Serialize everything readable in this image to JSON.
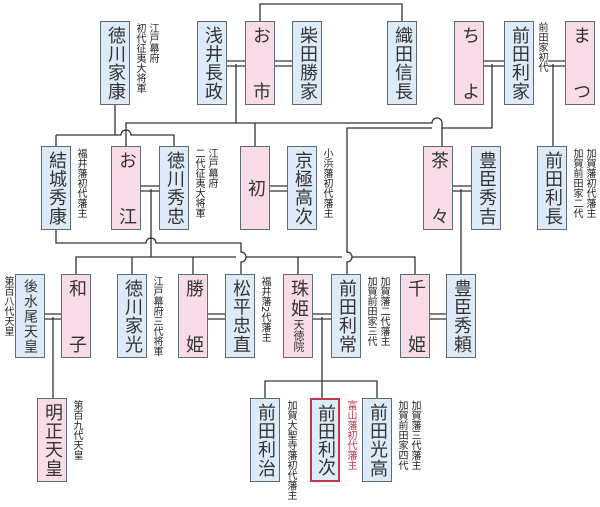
{
  "colors": {
    "male": "#dcebf7",
    "female": "#f8dde8",
    "line": "#333333",
    "highlight": "#c0394a"
  },
  "people": {
    "ieyasu": {
      "name": "徳川家康",
      "note": "江戸幕府\n初代征夷大将軍"
    },
    "nagamasa": {
      "name": "浅井長政"
    },
    "oichi": {
      "name": "お市"
    },
    "katsuie": {
      "name": "柴田勝家"
    },
    "nobunaga": {
      "name": "織田信長"
    },
    "chiyo": {
      "name": "ちよ"
    },
    "toshiie": {
      "name": "前田利家",
      "note": "前田家初代"
    },
    "matsu": {
      "name": "まつ"
    },
    "hideyasu": {
      "name": "結城秀康",
      "note": "福井藩初代藩主"
    },
    "go": {
      "name": "お江"
    },
    "hidetada": {
      "name": "徳川秀忠",
      "note": "江戸幕府\n二代征夷大将軍"
    },
    "hatsu": {
      "name": "初"
    },
    "takatsugu": {
      "name": "京極高次",
      "note": "小浜藩初代藩主"
    },
    "chacha": {
      "name": "茶々"
    },
    "hideyoshi": {
      "name": "豊臣秀吉"
    },
    "toshinaga": {
      "name": "前田利長",
      "note": "加賀藩初代藩主\n加賀前田家二代"
    },
    "gomizunoo": {
      "name": "後水尾天皇",
      "note": "第百八代天皇"
    },
    "masako": {
      "name": "和子"
    },
    "iemitsu": {
      "name": "徳川家光",
      "note": "江戸幕府三代将軍"
    },
    "katsuhime": {
      "name": "勝姫"
    },
    "tadanao": {
      "name": "松平忠直",
      "note": "福井藩2代藩主"
    },
    "tamahime": {
      "name": "珠姫",
      "sub": "天徳院"
    },
    "toshitsune": {
      "name": "前田利常",
      "note": "加賀藩二代藩主\n加賀前田家三代"
    },
    "senhime": {
      "name": "千姫"
    },
    "hideyori": {
      "name": "豊臣秀頼"
    },
    "meisho": {
      "name": "明正天皇",
      "note": "第百九代天皇"
    },
    "toshiharu": {
      "name": "前田利治",
      "note": "加賀大聖寺藩初代藩主"
    },
    "toshitsugu": {
      "name": "前田利次",
      "note": "富山藩初代藩主"
    },
    "mitsutaka": {
      "name": "前田光高",
      "note": "加賀藩三代藩主\n加賀前田家四代"
    }
  }
}
